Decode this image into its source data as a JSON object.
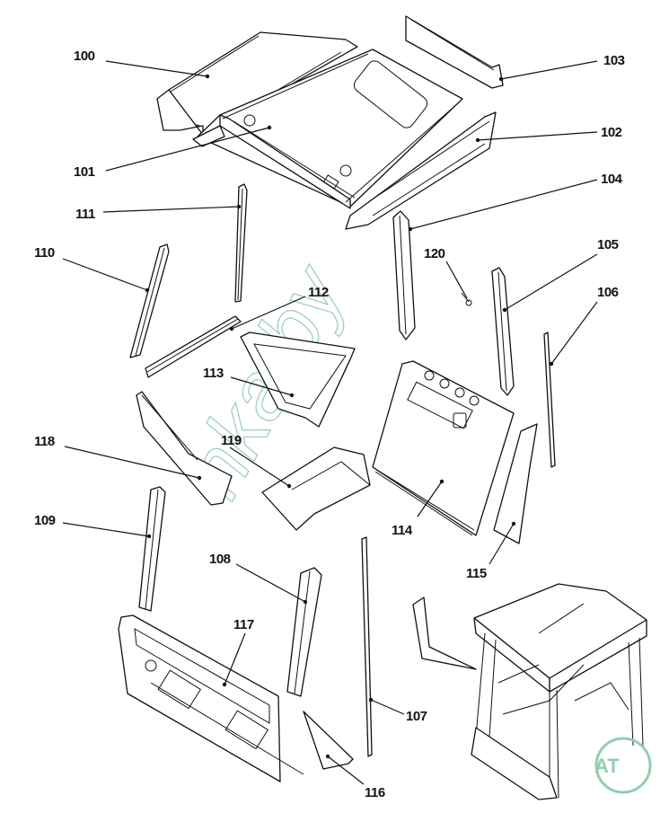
{
  "diagram": {
    "type": "exploded-parts-view",
    "subject": "cab assembly panels and pillars",
    "watermark": "nka.by",
    "corner_badge": "AT",
    "parts": [
      {
        "id": "100",
        "label": "100"
      },
      {
        "id": "101",
        "label": "101"
      },
      {
        "id": "102",
        "label": "102"
      },
      {
        "id": "103",
        "label": "103"
      },
      {
        "id": "104",
        "label": "104"
      },
      {
        "id": "105",
        "label": "105"
      },
      {
        "id": "106",
        "label": "106"
      },
      {
        "id": "107",
        "label": "107"
      },
      {
        "id": "108",
        "label": "108"
      },
      {
        "id": "109",
        "label": "109"
      },
      {
        "id": "110",
        "label": "110"
      },
      {
        "id": "111",
        "label": "111"
      },
      {
        "id": "112",
        "label": "112"
      },
      {
        "id": "113",
        "label": "113"
      },
      {
        "id": "114",
        "label": "114"
      },
      {
        "id": "115",
        "label": "115"
      },
      {
        "id": "116",
        "label": "116"
      },
      {
        "id": "117",
        "label": "117"
      },
      {
        "id": "118",
        "label": "118"
      },
      {
        "id": "119",
        "label": "119"
      },
      {
        "id": "120",
        "label": "120"
      }
    ]
  }
}
